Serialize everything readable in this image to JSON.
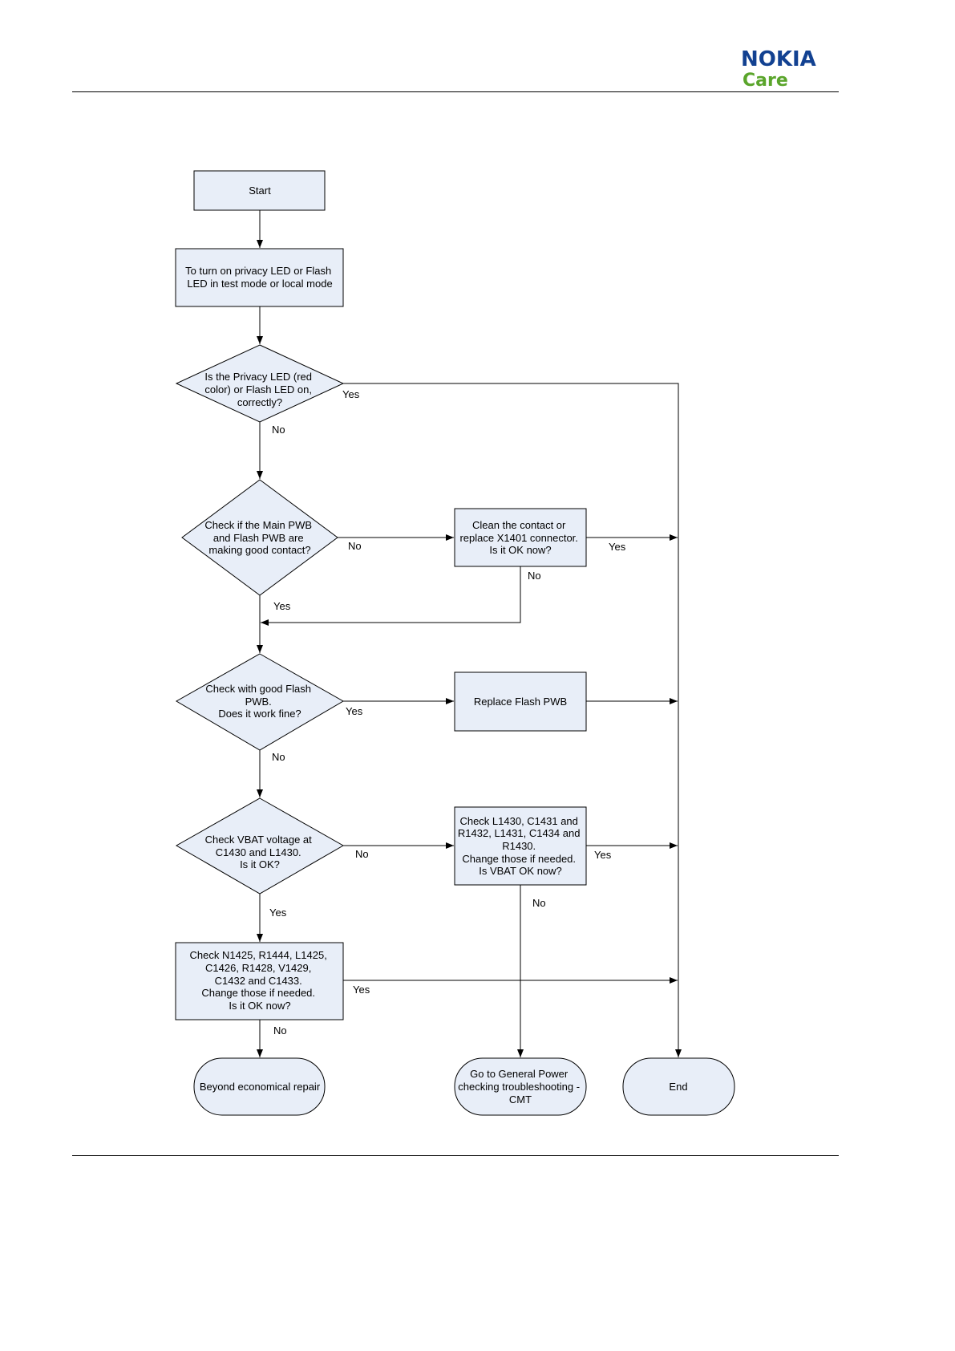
{
  "header": {
    "brand": "NOKIA",
    "subbrand": "Care"
  },
  "colors": {
    "brand": "#124191",
    "subbrand": "#5aa52b",
    "node_fill": "#e8eef8"
  },
  "nodes": {
    "start": [
      "Start"
    ],
    "turn_on": [
      "To turn on privacy LED or Flash",
      "LED in test mode or local mode"
    ],
    "q_led_on": [
      "Is the Privacy LED (red",
      "color) or Flash LED on,",
      "correctly?"
    ],
    "q_contact": [
      "Check if the Main PWB",
      "and Flash PWB are",
      "making good contact?"
    ],
    "clean_contact": [
      "Clean the contact or",
      "replace X1401 connector.",
      "Is it OK now?"
    ],
    "q_good_flash": [
      "Check with good Flash",
      "PWB.",
      "Does it work fine?"
    ],
    "replace_flash": [
      "Replace Flash PWB"
    ],
    "q_vbat": [
      "Check VBAT voltage at",
      "C1430 and L1430.",
      "Is it OK?"
    ],
    "check_l1430": [
      "Check L1430,  C1431 and",
      "R1432, L1431, C1434 and",
      "R1430.",
      "Change those if needed.",
      "Is VBAT OK now?"
    ],
    "check_n1425": [
      "Check N1425, R1444, L1425,",
      "C1426, R1428, V1429,",
      "C1432 and C1433.",
      "Change those if needed.",
      "Is it OK now?"
    ],
    "beyond_repair": [
      "Beyond economical repair"
    ],
    "general_power": [
      "Go to General Power",
      "checking troubleshooting -",
      "CMT"
    ],
    "end": [
      "End"
    ]
  },
  "labels": {
    "yes_q_led_on": "Yes",
    "no_q_led_on": "No",
    "no_q_contact": "No",
    "yes_clean_contact": "Yes",
    "no_clean_contact": "No",
    "yes_q_contact": "Yes",
    "yes_q_good_flash": "Yes",
    "no_q_good_flash": "No",
    "no_q_vbat": "No",
    "yes_check_l1430": "Yes",
    "no_check_l1430": "No",
    "yes_q_vbat": "Yes",
    "yes_check_n1425": "Yes",
    "no_check_n1425": "No"
  }
}
